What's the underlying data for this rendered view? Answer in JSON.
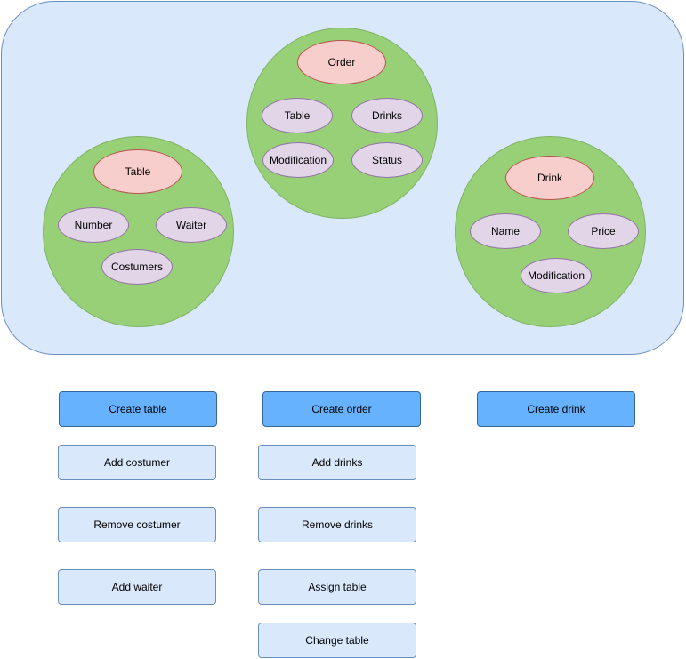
{
  "entities": {
    "table": {
      "title": "Table",
      "attributes": [
        "Number",
        "Waiter",
        "Costumers"
      ]
    },
    "order": {
      "title": "Order",
      "attributes": [
        "Table",
        "Drinks",
        "Modification",
        "Status"
      ]
    },
    "drink": {
      "title": "Drink",
      "attributes": [
        "Name",
        "Price",
        "Modification"
      ]
    }
  },
  "actions": {
    "table": [
      "Create table",
      "Add costumer",
      "Remove costumer",
      "Add waiter"
    ],
    "order": [
      "Create order",
      "Add drinks",
      "Remove drinks",
      "Assign table",
      "Change table"
    ],
    "drink": [
      "Create drink"
    ]
  },
  "colors": {
    "panel_fill": "#dae8fc",
    "panel_stroke": "#6c8ebf",
    "circle_fill": "#97d077",
    "circle_stroke": "#82b366",
    "title_fill": "#f8cecc",
    "title_stroke": "#b85450",
    "attr_fill": "#e1d5e7",
    "attr_stroke": "#9673a6",
    "primary_button": "#66b2ff",
    "secondary_button": "#dae8fc"
  }
}
